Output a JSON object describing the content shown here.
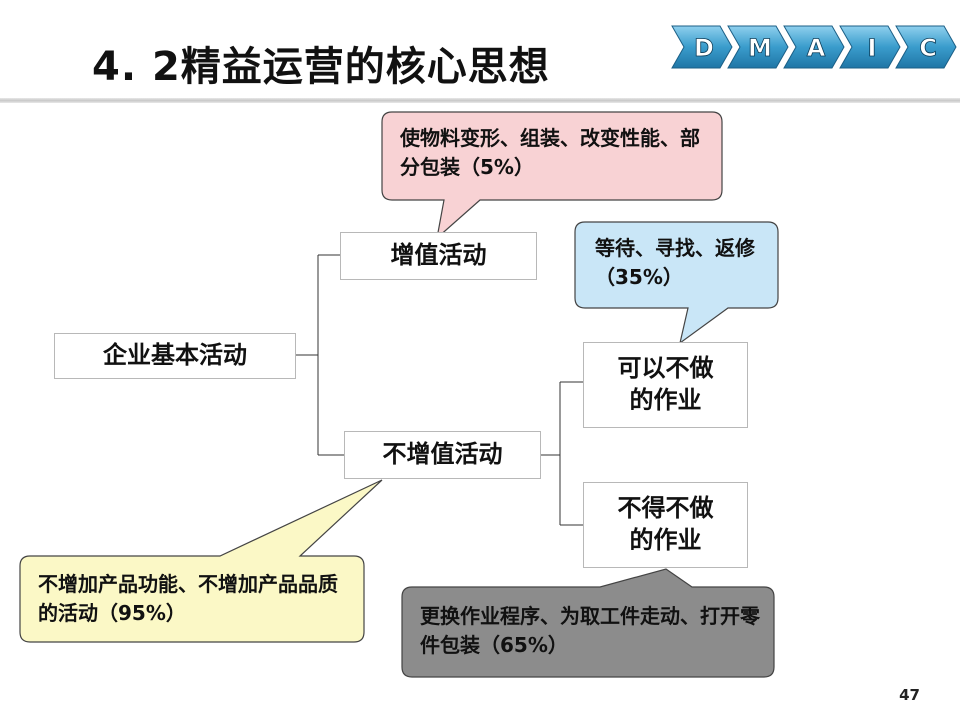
{
  "title": "4. 2精益运营的核心思想",
  "phases": [
    "D",
    "M",
    "A",
    "I",
    "C"
  ],
  "nodes": {
    "root": "企业基本活动",
    "value_added": "增值活动",
    "non_value_added": "不增值活动",
    "can_avoid": "可以不做的作业",
    "must_do": "不得不做的作业"
  },
  "callouts": {
    "value_added": "使物料变形、组装、改变性能、部分包装（5%）",
    "non_value_added": "不增加产品功能、不增加产品品质的活动（95%）",
    "can_avoid": "等待、寻找、返修（35%）",
    "must_do": "更换作业程序、为取工件走动、打开零件包装（65%）"
  },
  "colors": {
    "callout_pink": "#f8d2d4",
    "callout_blue": "#c9e6f7",
    "callout_yellow": "#fbf8c6",
    "callout_gray": "#8c8c8c",
    "phase_arrow": "#3a9ccc"
  },
  "page_number": "47"
}
